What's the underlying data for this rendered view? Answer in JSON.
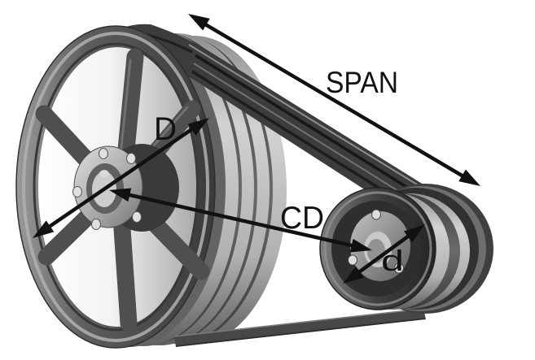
{
  "figure": {
    "kind": "belt-drive-pulley-diagram",
    "labels": {
      "span": "SPAN",
      "large_pulley_diameter": "D",
      "center_distance": "CD",
      "small_pulley_diameter": "d"
    },
    "colors": {
      "background": "#ffffff",
      "annotation": "#111111",
      "belt": "#3c3c3c",
      "pulley_face": "#4c4c4c",
      "pulley_ridge_light": "#c6c6c6",
      "hub_metal": "#b9b9b9"
    }
  }
}
